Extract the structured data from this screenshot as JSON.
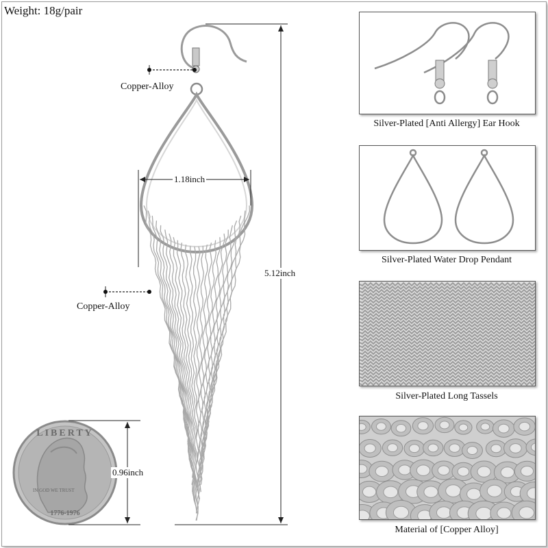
{
  "weight_label": "Weight: 18g/pair",
  "earring": {
    "hook_material": "Copper-Alloy",
    "tassel_material": "Copper-Alloy",
    "width_dim": "1.18inch",
    "height_dim": "5.12inch"
  },
  "coin": {
    "diameter_dim": "0.96inch",
    "top_text": "LIBERTY",
    "motto": "IN GOD WE TRUST",
    "years": "1776-1976"
  },
  "panels": [
    {
      "caption": "Silver-Plated [Anti Allergy] Ear Hook"
    },
    {
      "caption": "Silver-Plated Water Drop Pendant"
    },
    {
      "caption": "Silver-Plated Long Tassels"
    },
    {
      "caption": "Material of [Copper Alloy]"
    }
  ],
  "colors": {
    "silver": "#b8b8b8",
    "dark_silver": "#7a7a7a",
    "line": "#111111"
  }
}
